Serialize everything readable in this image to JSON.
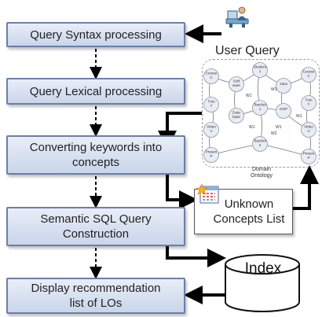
{
  "pipeline": {
    "syntax": "Query Syntax processing",
    "lexical": "Query Lexical processing",
    "convert_line1": "Converting keywords into",
    "convert_line2": "concepts",
    "semantic_line1": "Semantic SQL Query",
    "semantic_line2": "Construction",
    "display_line1": "Display recommendation",
    "display_line2": "list of LOs"
  },
  "user_query": {
    "title": "User Query"
  },
  "ontology": {
    "label_line1": "Domain",
    "label_line2": "Ontology",
    "nodes": [
      {
        "id": "course-c-left",
        "label": "Course C"
      },
      {
        "id": "soft-ware",
        "label": "Soft ware"
      },
      {
        "id": "student-1",
        "label": "Student 1"
      },
      {
        "id": "java",
        "label": "Java"
      },
      {
        "id": "course-c-right",
        "label": "Course C"
      },
      {
        "id": "tuto-t-left",
        "label": "Tuto T"
      },
      {
        "id": "data-base",
        "label": "Data base"
      },
      {
        "id": "teacher-1",
        "label": "Teacher 1"
      },
      {
        "id": "oop",
        "label": "OOP"
      },
      {
        "id": "tuto-y-right",
        "label": "Tuto Y"
      },
      {
        "id": "video-v-left",
        "label": "Video V"
      },
      {
        "id": "teacher-2",
        "label": "Teacher 2"
      },
      {
        "id": "video-v-right",
        "label": "Video V"
      },
      {
        "id": "presen-p-left",
        "label": "Presen P"
      },
      {
        "id": "presen-p-right",
        "label": "Presen P"
      }
    ],
    "edge_labels": [
      "W1",
      "W1",
      "W1",
      "W1",
      "W1",
      "W2"
    ]
  },
  "unknown": {
    "line1": "Unknown",
    "line2": "Concepts List"
  },
  "index": {
    "label": "Index"
  },
  "colors": {
    "box_fill_top": "#e9eef8",
    "box_fill_bottom": "#c9d5ea",
    "box_border": "#6c7fa8",
    "arrow": "#000000"
  }
}
